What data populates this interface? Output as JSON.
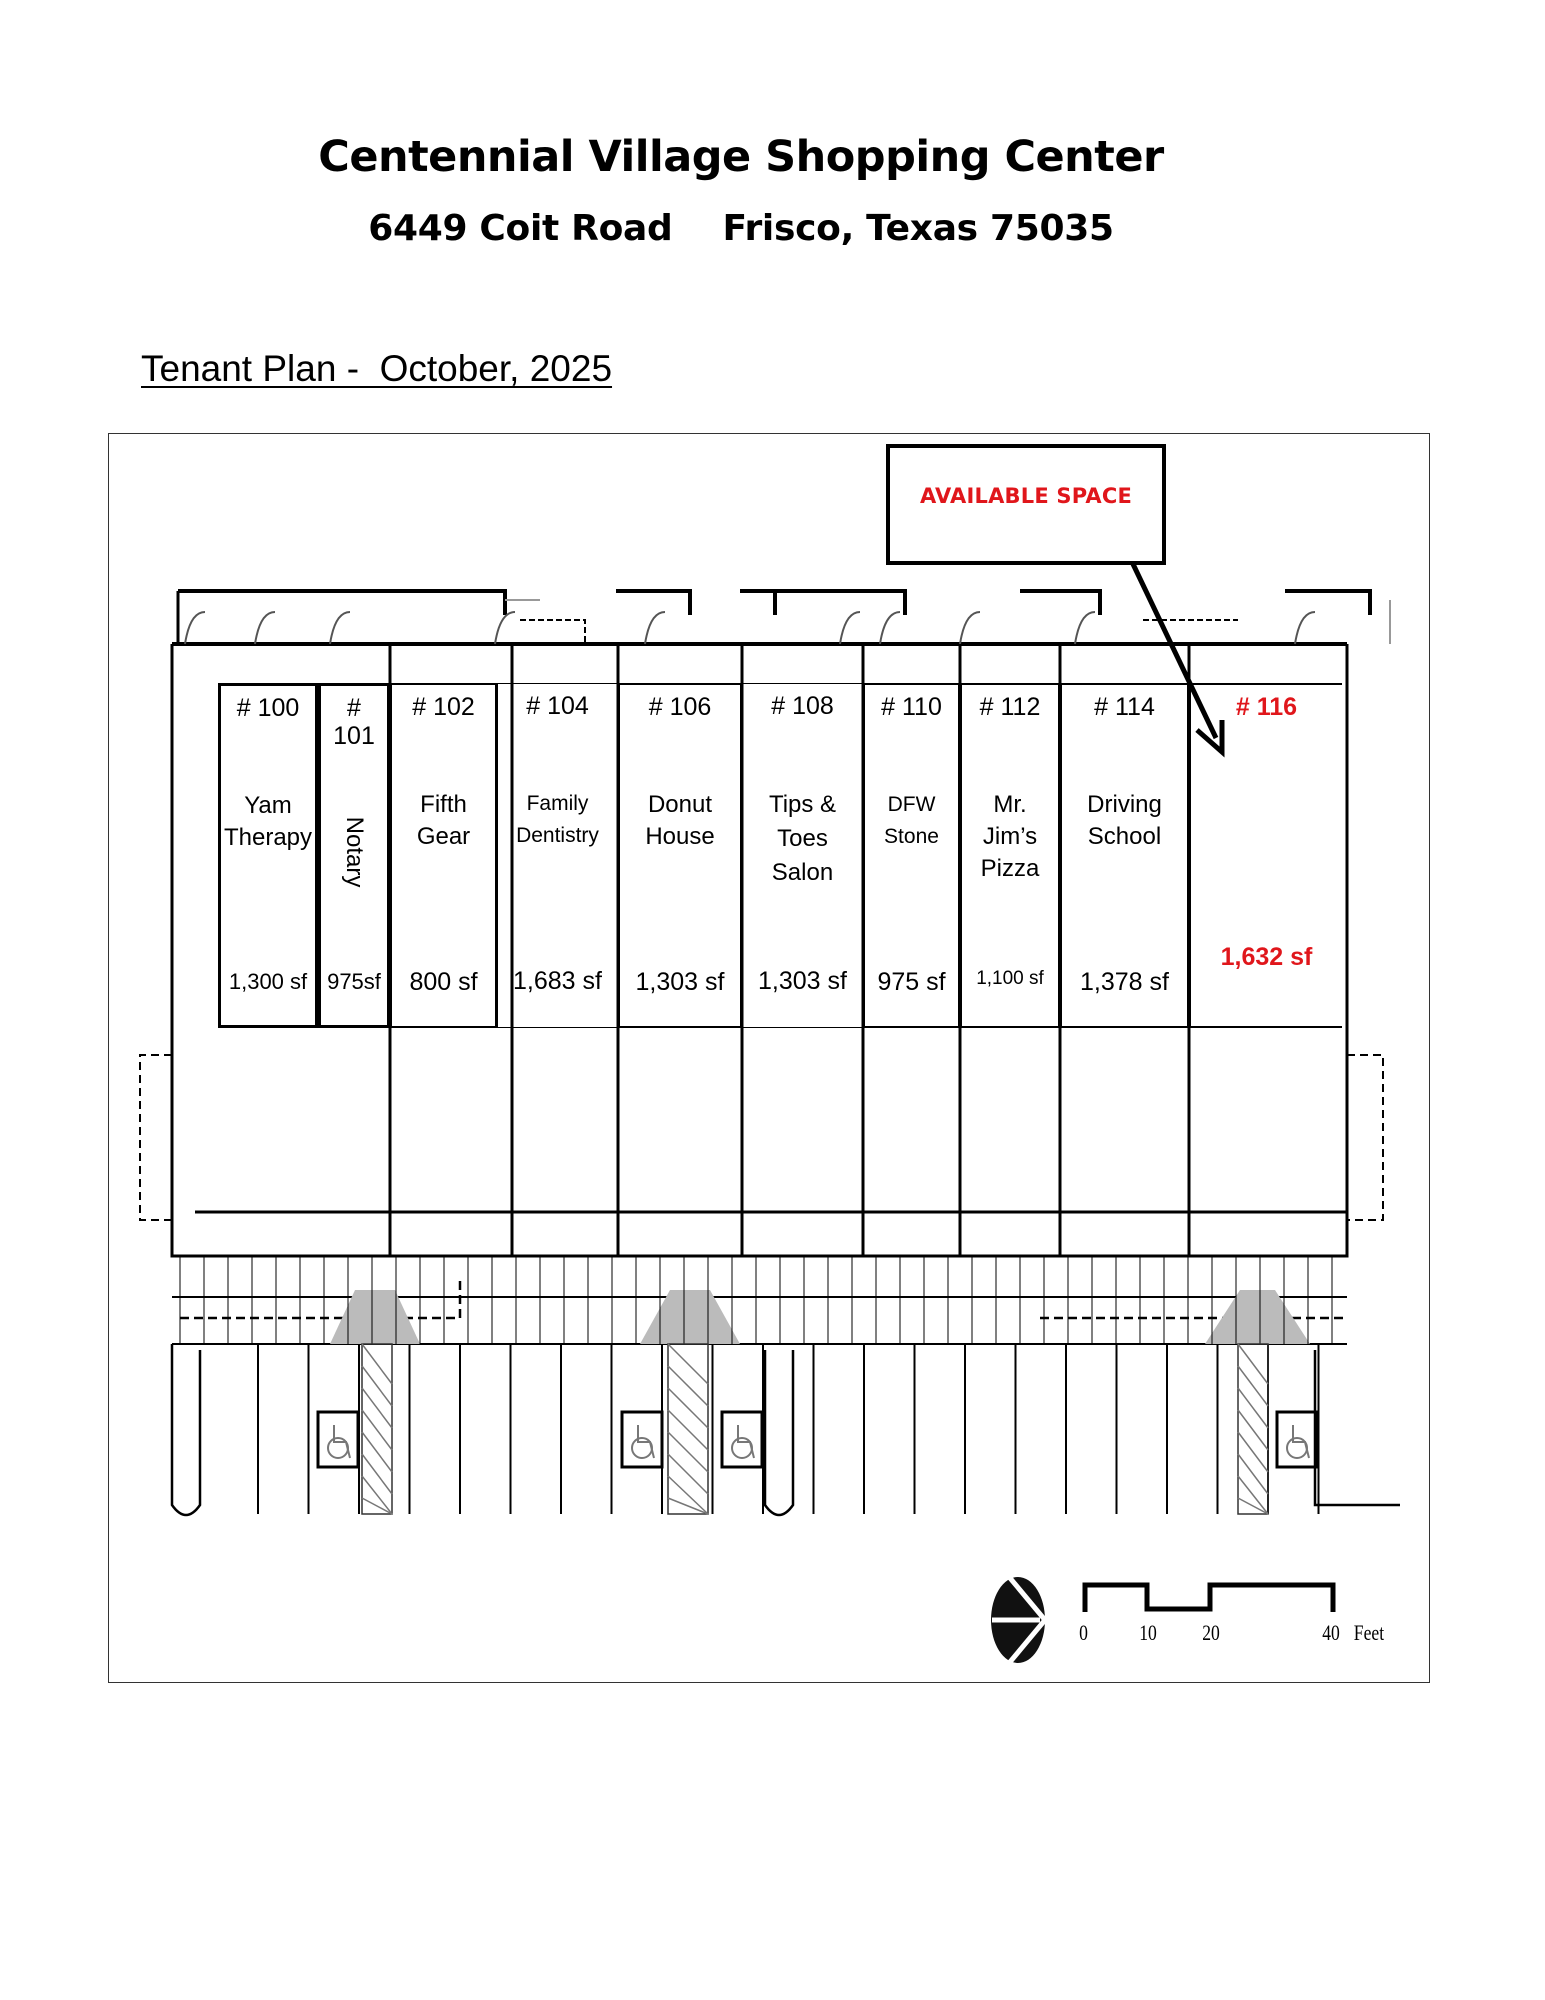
{
  "header": {
    "title": "Centennial Village Shopping Center",
    "address": "6449 Coit Road",
    "city": "Frisco, Texas 75035",
    "subtitle": "Tenant Plan -  October, 2025"
  },
  "callout": {
    "label": "AVAILABLE SPACE",
    "color": "#e0161b"
  },
  "tenants": [
    {
      "number": "# 100",
      "name": [
        "Yam",
        "Therapy"
      ],
      "sf": "1,300 sf"
    },
    {
      "number": "#\n101",
      "name": [
        "Notary"
      ],
      "sf": "975sf"
    },
    {
      "number": "# 102",
      "name": [
        "Fifth",
        "Gear"
      ],
      "sf": "800 sf"
    },
    {
      "number": "# 104",
      "name": [
        "Family",
        "Dentistry"
      ],
      "sf": "1,683 sf"
    },
    {
      "number": "# 106",
      "name": [
        "Donut",
        "House"
      ],
      "sf": "1,303 sf"
    },
    {
      "number": "# 108",
      "name": [
        "Tips &",
        "Toes",
        "Salon"
      ],
      "sf": "1,303 sf"
    },
    {
      "number": "# 110",
      "name": [
        "DFW",
        "Stone"
      ],
      "sf": "975 sf"
    },
    {
      "number": "# 112",
      "name": [
        "Mr.",
        "Jim’s",
        "Pizza"
      ],
      "sf": "1,100 sf"
    },
    {
      "number": "# 114",
      "name": [
        "Driving",
        "School"
      ],
      "sf": "1,378 sf"
    },
    {
      "number": "# 116",
      "name": [],
      "sf": "1,632 sf",
      "available": true
    }
  ],
  "scale": {
    "ticks": [
      "0",
      "10",
      "20",
      "40"
    ],
    "unit": "Feet"
  },
  "icons": [
    "north-arrow-icon",
    "accessible-parking-icon"
  ]
}
